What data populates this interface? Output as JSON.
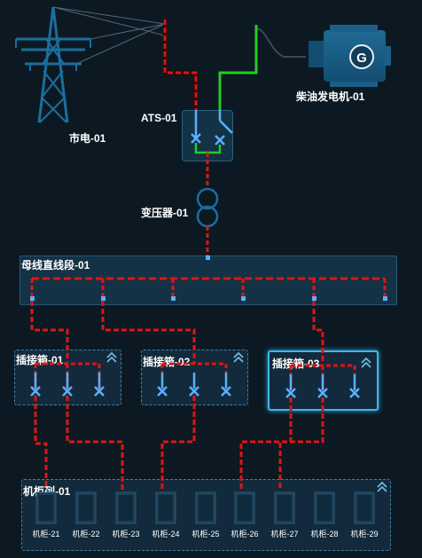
{
  "labels": {
    "utility": "市电-01",
    "generator": "柴油发电机-01",
    "ats": "ATS-01",
    "transformer": "变压器-01",
    "busbar": "母线直线段-01",
    "tap_boxes": [
      "插接箱-01",
      "插接箱-02",
      "插接箱-03"
    ],
    "cabinet_row": "机柜列-01"
  },
  "generator_badge": "G",
  "cabinets": [
    "机柜-21",
    "机柜-22",
    "机柜-23",
    "机柜-24",
    "机柜-25",
    "机柜-26",
    "机柜-27",
    "机柜-28",
    "机柜-29"
  ],
  "colors": {
    "background": "#0c1922",
    "live_line": "#e01414",
    "generator_line": "#22cc22",
    "breaker": "#5ab0ff",
    "panel_border": "#3f7fa6",
    "active_border": "#3fb8e8"
  },
  "icons": [
    "transmission-tower-icon",
    "generator-icon",
    "transformer-icon",
    "breaker-icon",
    "chevron-up-icon"
  ]
}
